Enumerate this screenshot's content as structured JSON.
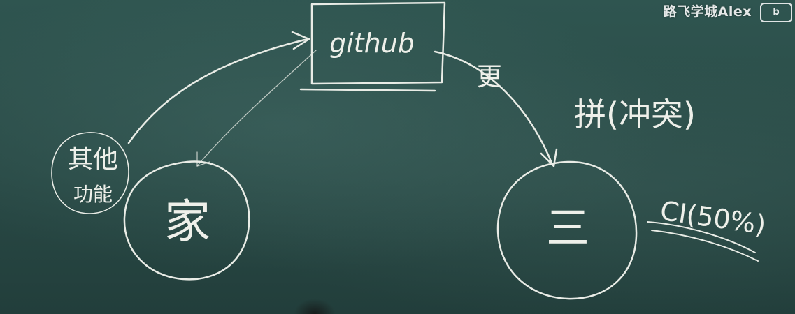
{
  "nodes": {
    "github": "github",
    "home": "家",
    "three": "三",
    "other_features_line1": "其他",
    "other_features_line2": "功能"
  },
  "annotations": {
    "edge_label": "更",
    "merge_conflict": "拼(冲突)",
    "ci": "CI(50%)"
  },
  "watermark": {
    "text": "路飞学城Alex",
    "logo": "b"
  },
  "colors": {
    "board": "#2a4a47",
    "chalk": "#e9ece6"
  }
}
